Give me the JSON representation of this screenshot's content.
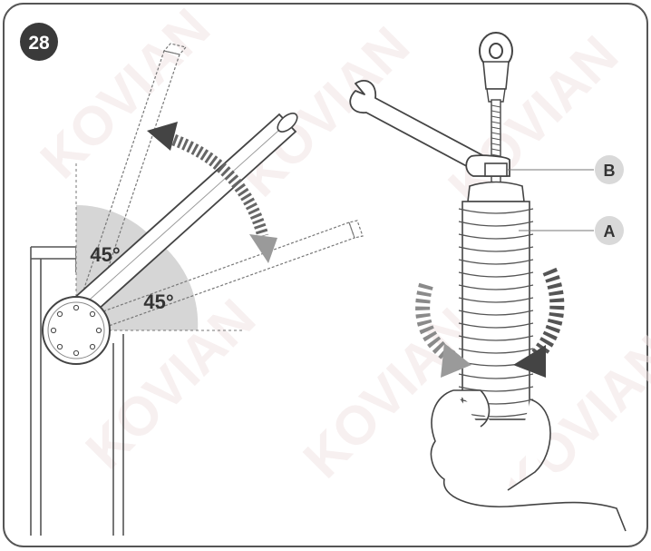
{
  "step_number": "28",
  "angle_upper": "45°",
  "angle_lower": "45°",
  "callout_b": "B",
  "callout_a": "A",
  "watermark_text": "KOVIAN",
  "colors": {
    "frame": "#555555",
    "wedge": "#d6d6d6",
    "arrow_dark": "#555555",
    "arrow_light": "#9a9a9a",
    "badge_dark": "#3a3a3a",
    "badge_light": "#d9d9d9",
    "watermark": "#f3e9e9"
  }
}
